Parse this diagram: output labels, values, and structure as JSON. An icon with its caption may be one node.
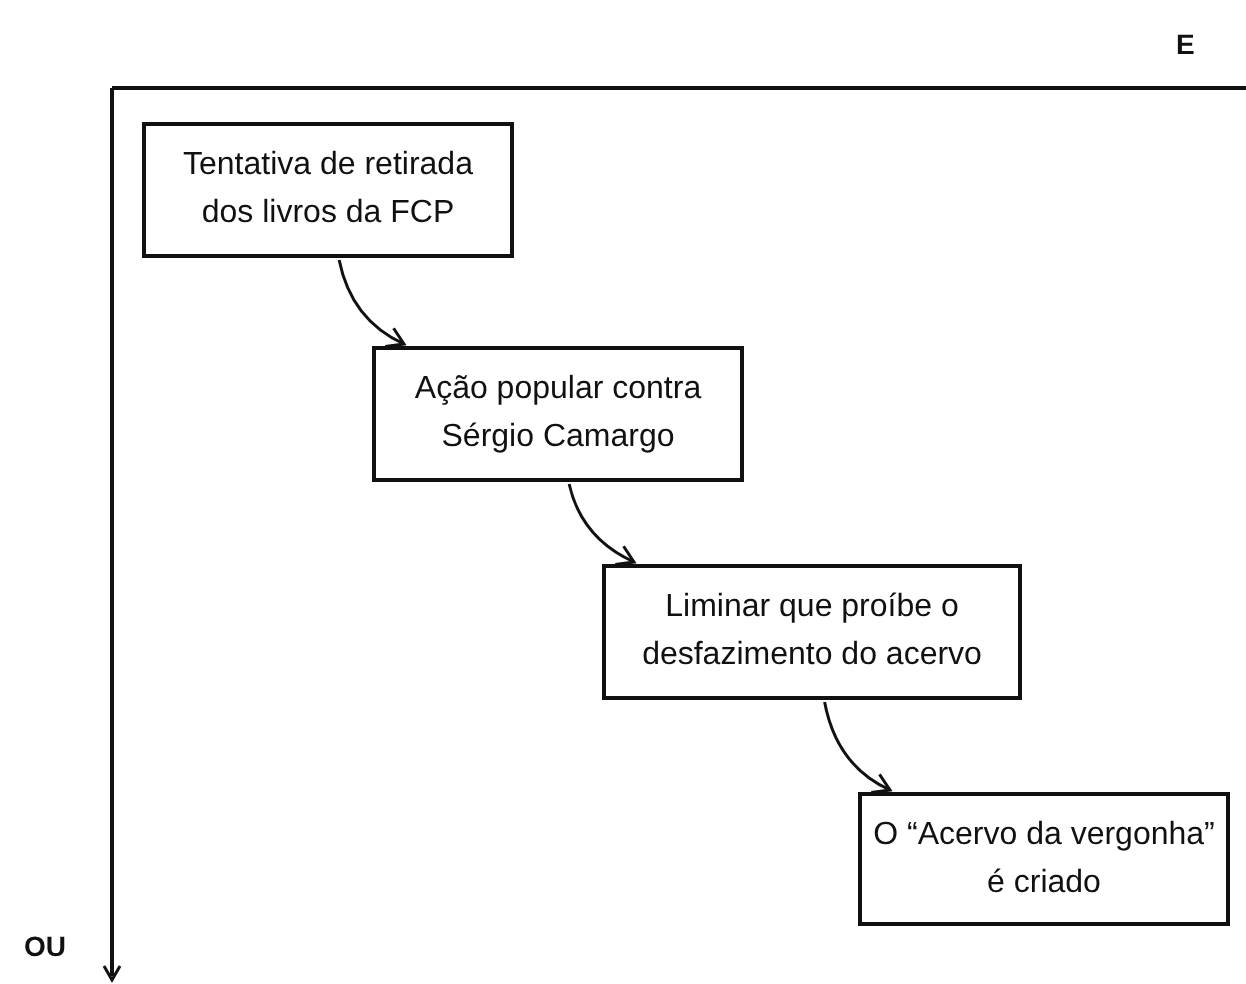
{
  "diagram": {
    "nodes": [
      {
        "text": [
          "Tentativa de retirada dos livros da FCP"
        ]
      },
      {
        "text": [
          "Ação popular contra Sérgio Camargo"
        ]
      },
      {
        "text": [
          "Liminar que proíbe o desfazimento do acervo"
        ]
      },
      {
        "text": [
          "O “Acervo da vergonha” é criado"
        ]
      }
    ],
    "edges": [
      {
        "from": 0,
        "to": 1,
        "arrow": "to"
      },
      {
        "from": 1,
        "to": 2,
        "arrow": "to"
      },
      {
        "from": 2,
        "to": 3,
        "arrow": "to"
      }
    ],
    "labels": [
      "E",
      "OU"
    ]
  }
}
